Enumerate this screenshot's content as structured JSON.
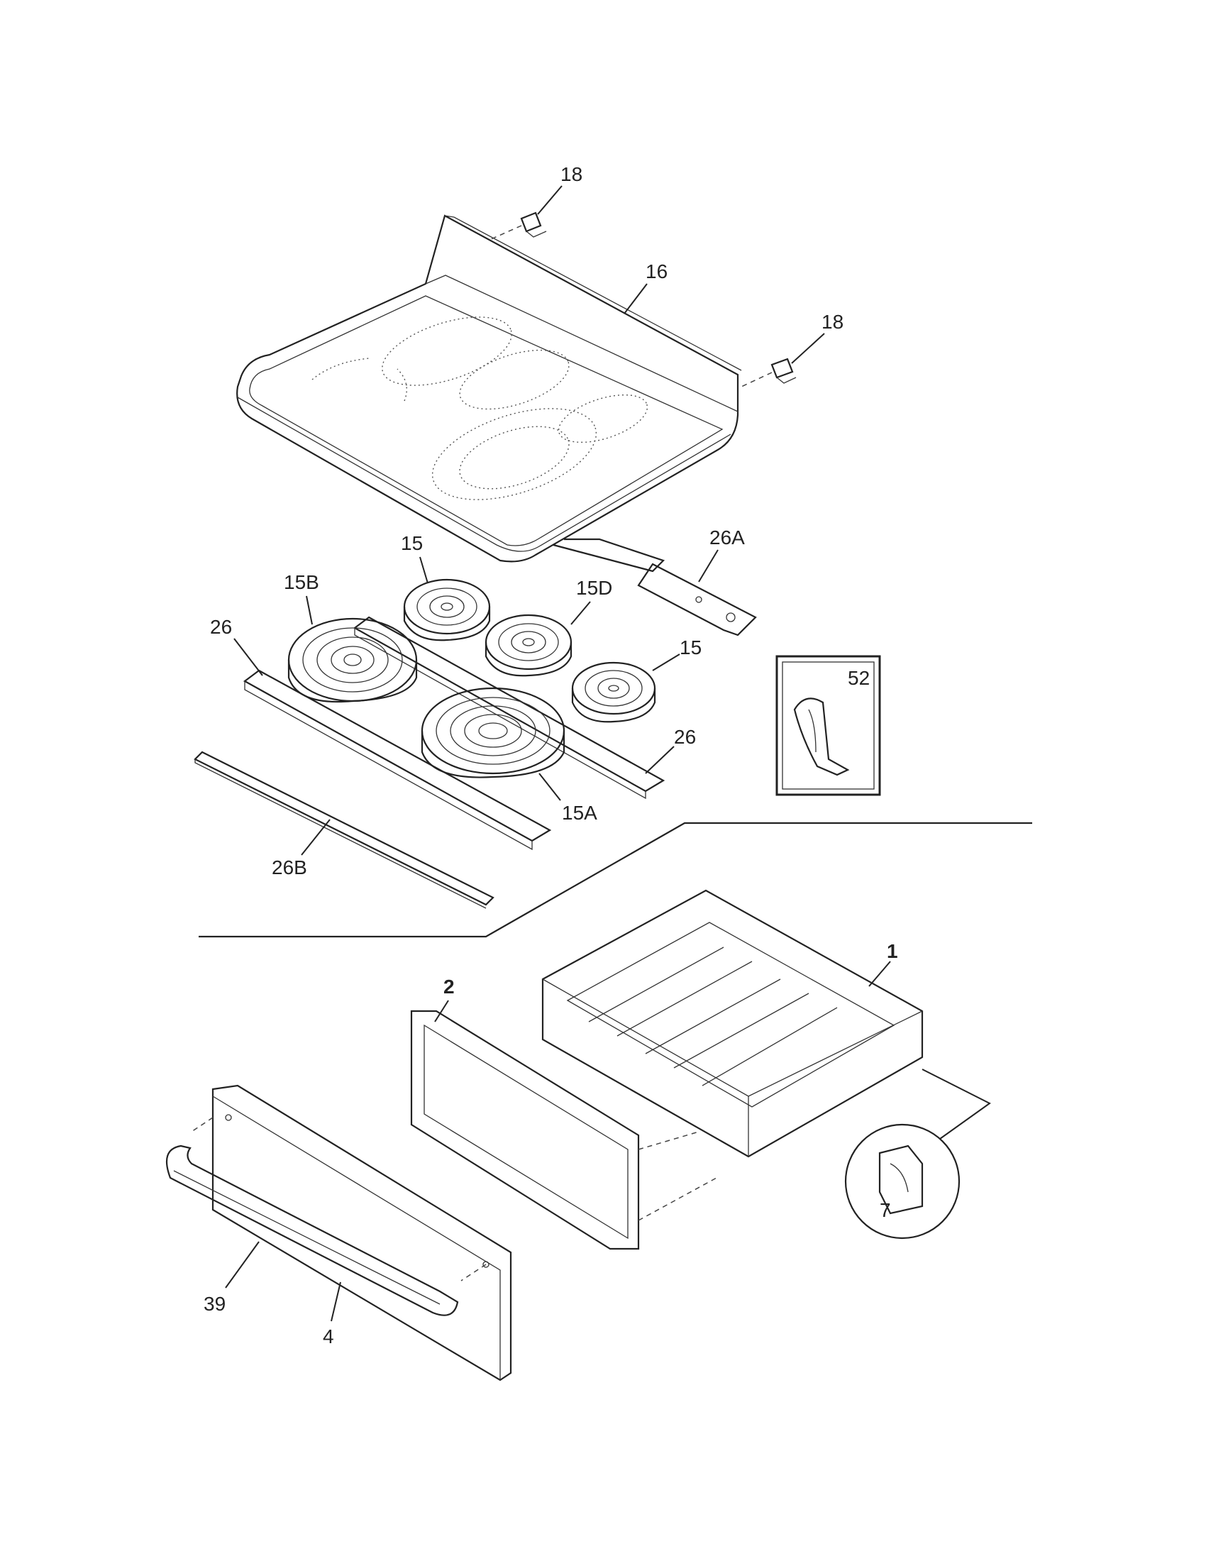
{
  "diagram": {
    "callouts": {
      "clip_top": "18",
      "clip_right": "18",
      "cooktop": "16",
      "harness": "26A",
      "element_rear_left": "15",
      "element_large_left": "15B",
      "element_rear_right": "15D",
      "element_small_right": "15",
      "rail_left": "26",
      "rail_right": "26",
      "element_large_front": "15A",
      "trim_strip": "26B",
      "inset_part": "52",
      "drawer_body": "1",
      "drawer_panel": "2",
      "drawer_front": "4",
      "handle": "39",
      "roller": "7"
    }
  }
}
